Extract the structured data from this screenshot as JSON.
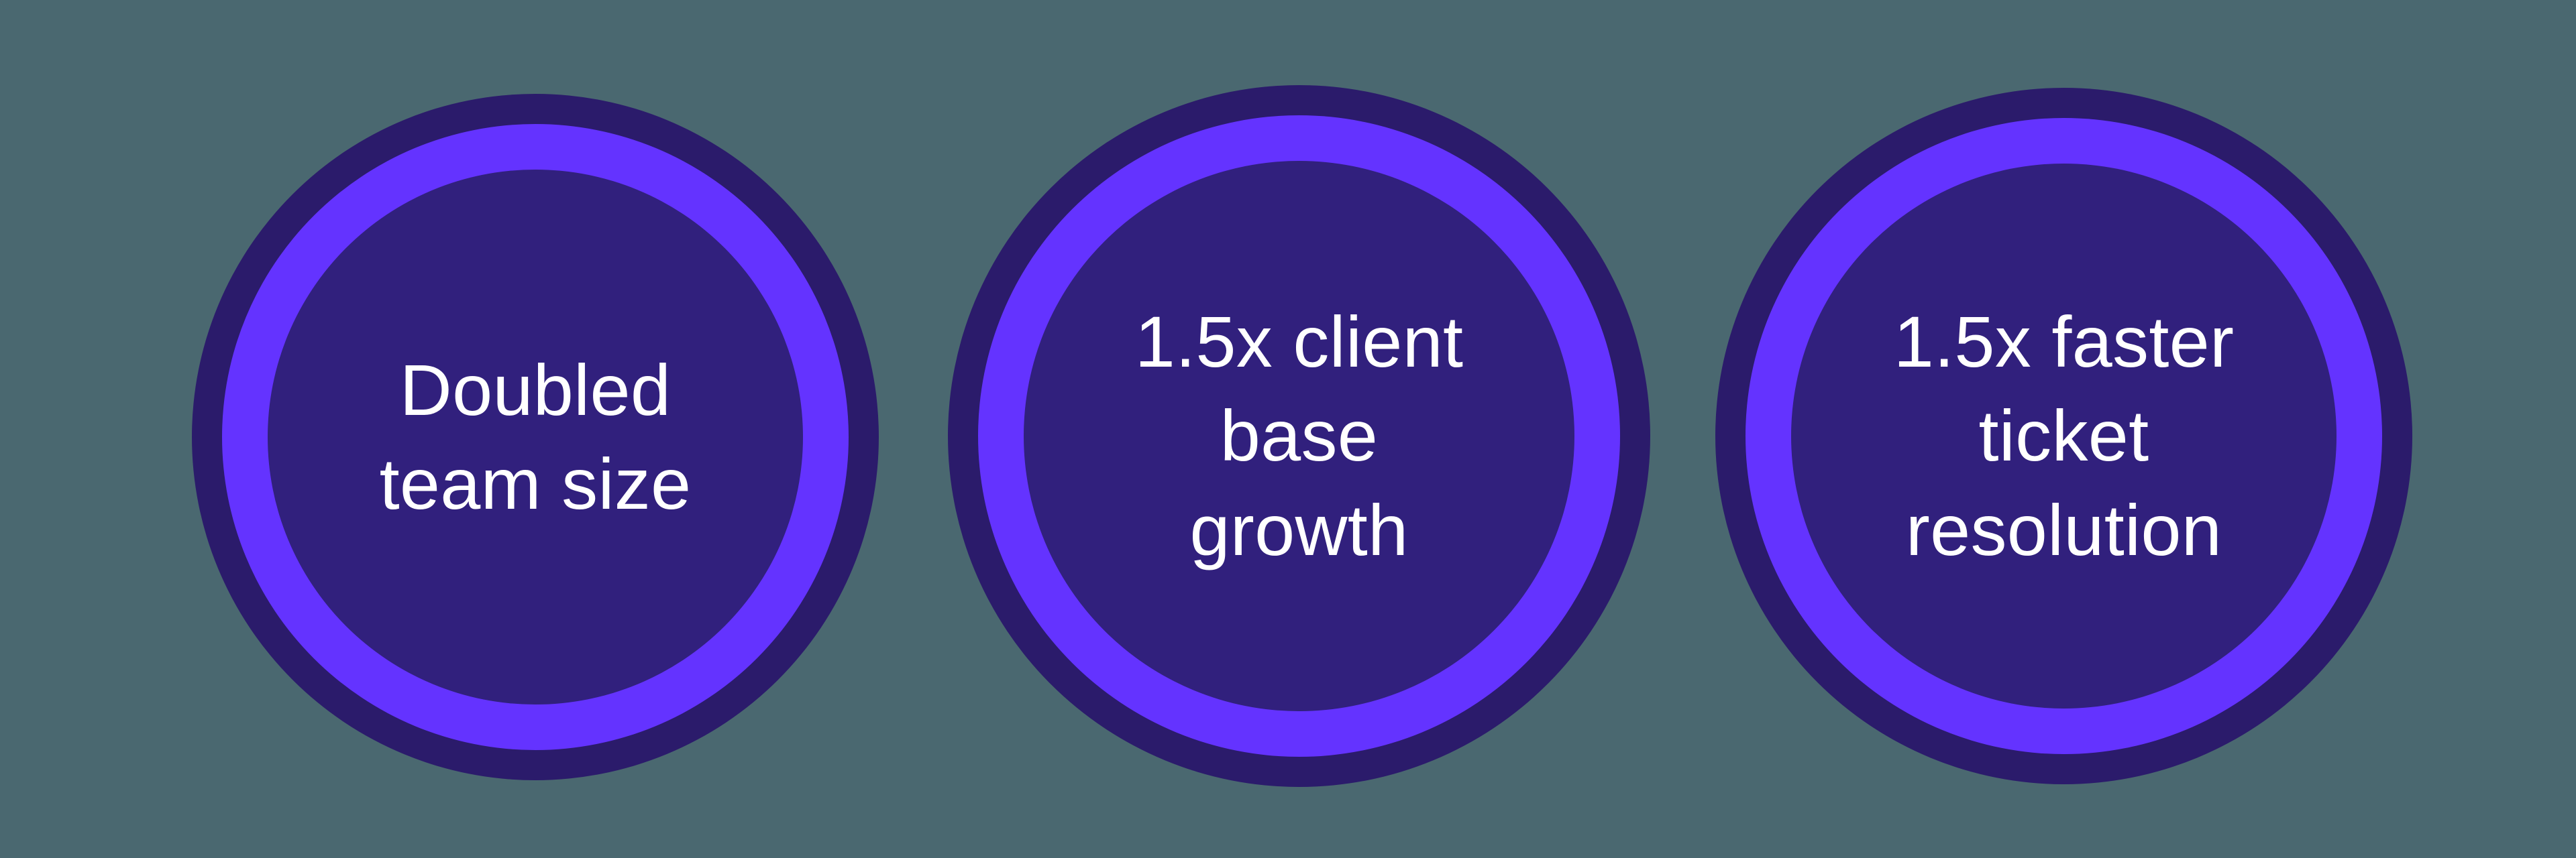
{
  "theme": {
    "background_color": "#4a6870",
    "outer_ring_color": "#2b1b6b",
    "middle_ring_color": "#6433ff",
    "inner_fill_color": "#31207d",
    "text_color": "#ffffff"
  },
  "stats": [
    {
      "id": "doubled-team-size",
      "label": "Doubled\nteam size",
      "lines": [
        "Doubled",
        "team size"
      ]
    },
    {
      "id": "client-base-growth",
      "label": "1.5x client\nbase\ngrowth",
      "lines": [
        "1.5x client",
        "base",
        "growth"
      ]
    },
    {
      "id": "faster-ticket-resolution",
      "label": "1.5x faster\nticket\nresolution",
      "lines": [
        "1.5x faster",
        "ticket",
        "resolution"
      ]
    }
  ]
}
